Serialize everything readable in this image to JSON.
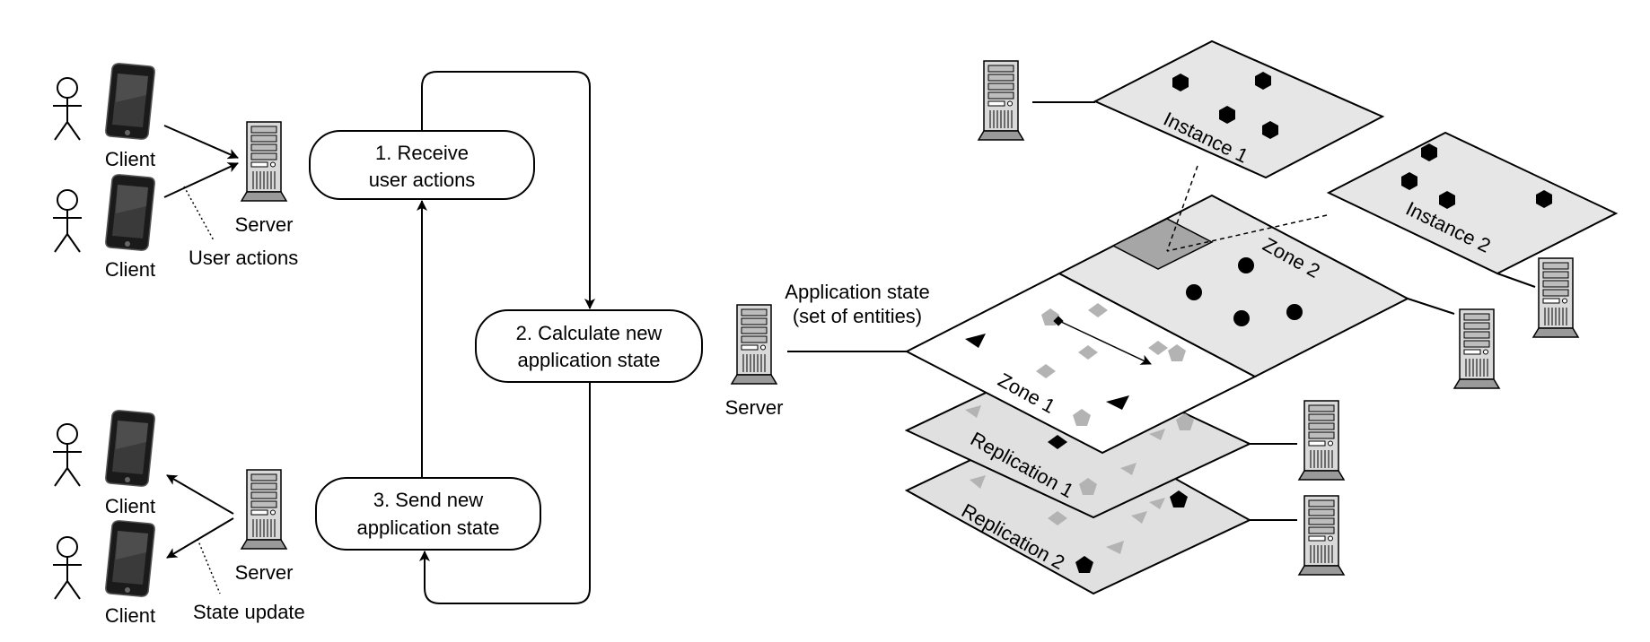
{
  "left_panel": {
    "clients": [
      "Client",
      "Client",
      "Client",
      "Client"
    ],
    "servers": [
      "Server",
      "Server"
    ],
    "user_actions_label": "User actions",
    "state_update_label": "State update"
  },
  "loop": {
    "step1": [
      "1. Receive",
      "user actions"
    ],
    "step2": [
      "2. Calculate new",
      "application state"
    ],
    "step3": [
      "3. Send new",
      "application state"
    ]
  },
  "right_panel": {
    "server_label": "Server",
    "app_state_label": [
      "Application state",
      "(set of entities)"
    ],
    "zone1": "Zone 1",
    "zone2": "Zone 2",
    "instance1": "Instance 1",
    "instance2": "Instance 2",
    "replication1": "Replication 1",
    "replication2": "Replication 2"
  },
  "colors": {
    "plane_fill": "#ffffff",
    "zone2_fill": "#e6e6e6",
    "replication_fill": "#e0e0e0",
    "instance_fill": "#e6e6e6",
    "entity_black": "#000000",
    "entity_gray": "#b3b3b3",
    "highlight_fill": "#a6a6a6"
  },
  "icons": [
    "stick-figure-icon",
    "smartphone-icon",
    "server-tower-icon"
  ]
}
